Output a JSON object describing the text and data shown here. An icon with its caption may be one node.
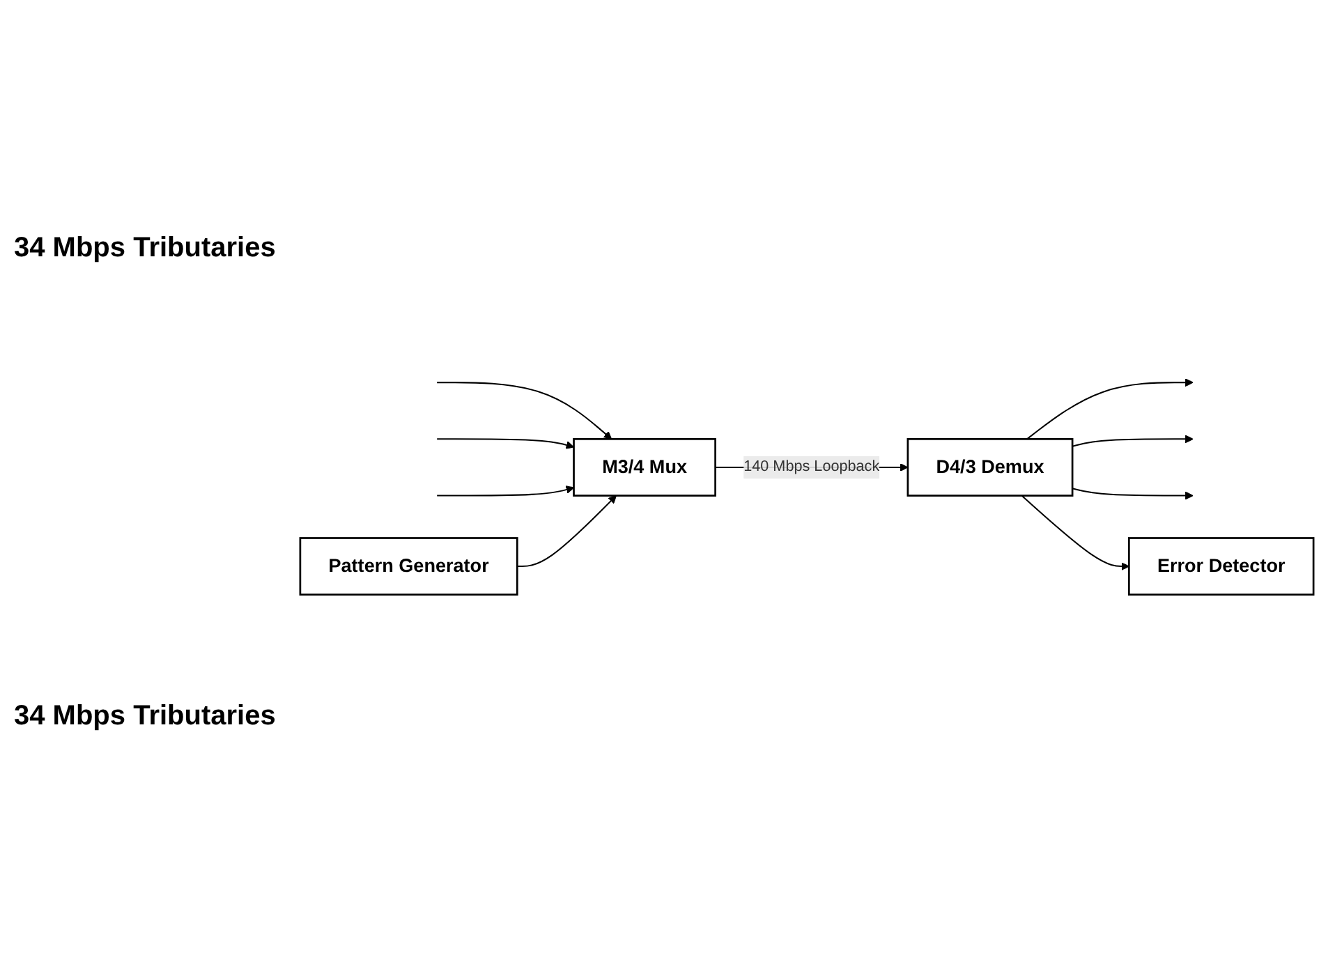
{
  "diagram": {
    "nodes": [
      {
        "text": [
          "M3/4 Mux"
        ]
      },
      {
        "text": [
          "Pattern Generator"
        ]
      },
      {
        "text": [
          "D4/3 Demux"
        ]
      },
      {
        "text": [
          "Error Detector"
        ]
      }
    ],
    "edges": [
      {
        "from": null,
        "to": 0,
        "arrow": "to"
      },
      {
        "from": null,
        "to": 0,
        "arrow": "to"
      },
      {
        "from": null,
        "to": 0,
        "arrow": "to"
      },
      {
        "from": 1,
        "to": 0,
        "arrow": "to"
      },
      {
        "from": 0,
        "to": 2,
        "arrow": "to",
        "label": "140 Mbps Loopback"
      },
      {
        "from": 2,
        "to": null,
        "arrow": "to"
      },
      {
        "from": 2,
        "to": null,
        "arrow": "to"
      },
      {
        "from": 2,
        "to": null,
        "arrow": "to"
      },
      {
        "from": 2,
        "to": 3,
        "arrow": "to"
      }
    ],
    "labels": [
      "34 Mbps Tributaries",
      "34 Mbps Tributaries"
    ]
  }
}
